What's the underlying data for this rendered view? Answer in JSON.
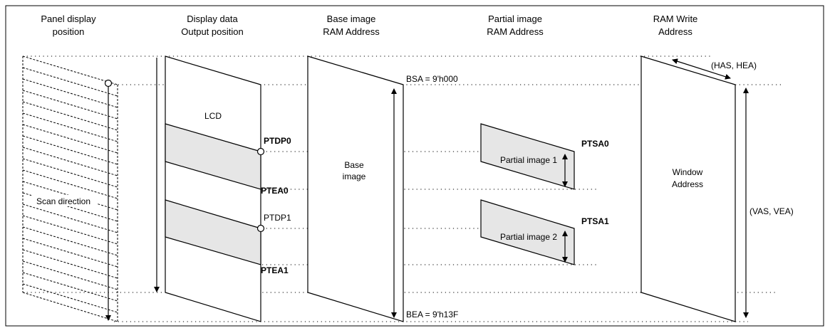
{
  "headers": {
    "panel": [
      "Panel display",
      "position"
    ],
    "output": [
      "Display data",
      "Output position"
    ],
    "base": [
      "Base image",
      "RAM Address"
    ],
    "partial": [
      "Partial image",
      "RAM Address"
    ],
    "ramwrite": [
      "RAM Write",
      "Address"
    ]
  },
  "labels": {
    "scan_direction": "Scan direction",
    "lcd": "LCD",
    "ptdp0": "PTDP0",
    "ptea0": "PTEA0",
    "ptdp1": "PTDP1",
    "ptea1": "PTEA1",
    "base_image": [
      "Base",
      "image"
    ],
    "bsa": "BSA = 9'h000",
    "bea": "BEA = 9'h13F",
    "partial_image_1": "Partial image 1",
    "partial_image_2": "Partial image 2",
    "ptsa0": "PTSA0",
    "ptsa1": "PTSA1",
    "window_address": [
      "Window",
      "Address"
    ],
    "has_hea": "(HAS, HEA)",
    "vas_vea": "(VAS, VEA)"
  },
  "colors": {
    "line": "#000000",
    "band_fill": "#e6e6e6"
  }
}
